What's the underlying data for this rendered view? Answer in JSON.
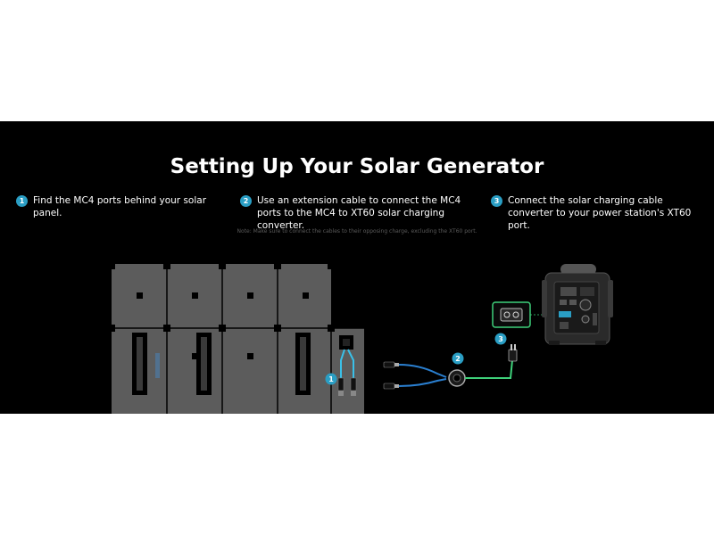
{
  "title": "Setting Up Your Solar Generator",
  "steps": [
    {
      "number": "1",
      "text": "Find the MC4 ports behind your solar panel."
    },
    {
      "number": "2",
      "text": "Use an extension cable to connect the MC4 ports to the MC4 to XT60 solar charging converter."
    },
    {
      "number": "3",
      "text": "Connect the solar charging cable converter to your power station's XT60 port."
    }
  ],
  "note": "Note: Make sure to connect the cables to their opposing charge, excluding the XT60 port.",
  "diagram_markers": [
    "1",
    "2",
    "3"
  ],
  "colors": {
    "background": "#000000",
    "accent": "#2a9ec4",
    "panel": "#5c5c5c",
    "cable_blue": "#2a7fd0",
    "highlight_green": "#3ed07a"
  }
}
